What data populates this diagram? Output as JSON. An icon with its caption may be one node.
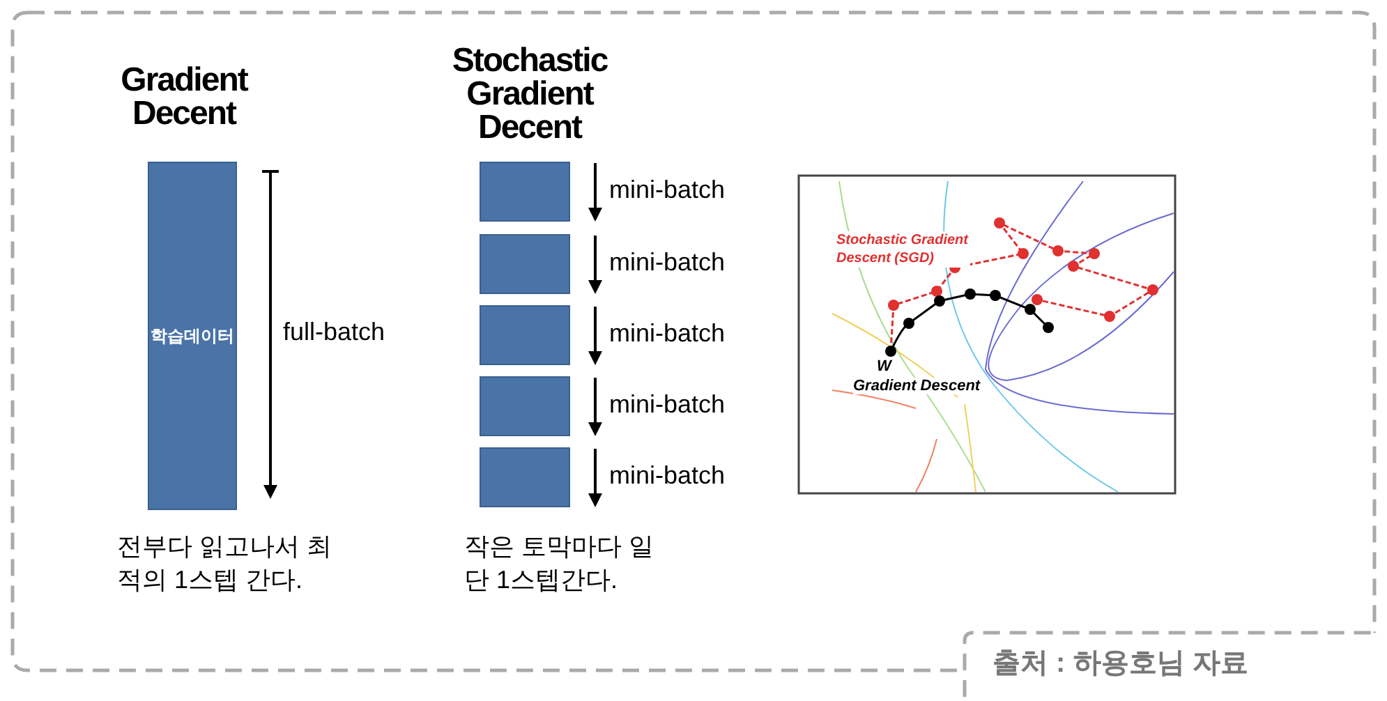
{
  "diagram": {
    "nodes": [
      {
        "text": [
          "학습데이터"
        ],
        "beside": [
          "full-batch"
        ]
      },
      {
        "text": [],
        "shape": "box",
        "beside": [
          "mini-batch"
        ]
      },
      {
        "text": [],
        "shape": "box",
        "beside": [
          "mini-batch"
        ]
      },
      {
        "text": [],
        "shape": "box",
        "beside": [
          "mini-batch"
        ]
      },
      {
        "text": [],
        "shape": "box",
        "beside": [
          "mini-batch"
        ]
      },
      {
        "text": [],
        "shape": "box",
        "beside": [
          "mini-batch"
        ]
      }
    ],
    "edges": [],
    "labels": [
      "Gradient Decent",
      "Stochastic Gradient Decent",
      "전부다 읽고나서 최적의 1스텝 간다.",
      "작은 토막마다 일단 1스텝간다.",
      "Stochastic Gradient Descent (SGD)",
      "W",
      "Gradient Descent",
      "출처 : 하용호님 자료"
    ]
  }
}
